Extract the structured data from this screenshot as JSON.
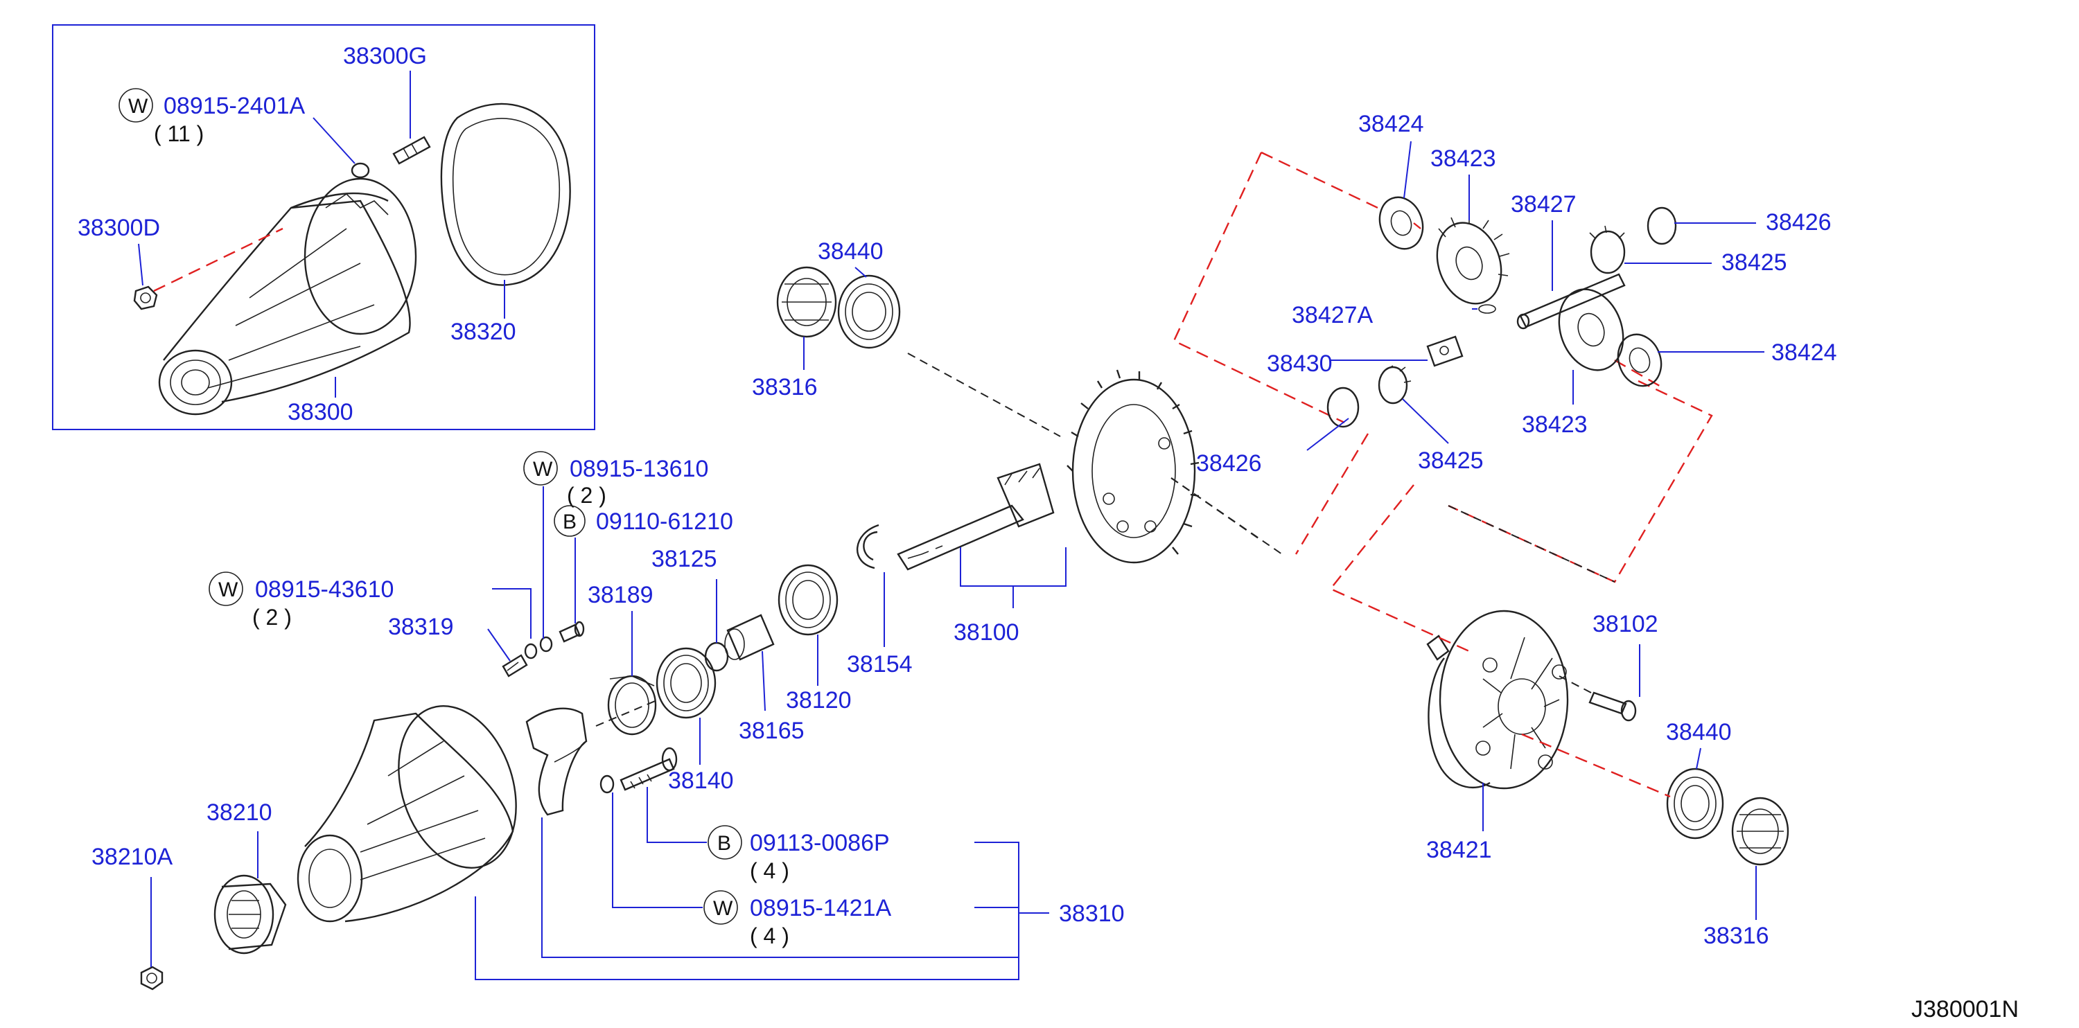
{
  "diagram_code": "J380001N",
  "colors": {
    "label": "#1d22d6",
    "dashed_link": "#e02020",
    "drawing": "#222222"
  },
  "inset": {
    "labels": [
      "38300G",
      "08915-2401A",
      "38300D",
      "38320",
      "38300"
    ],
    "washer_note": {
      "symbol": "W",
      "qty": "( 11 )"
    }
  },
  "parts": {
    "p38440a": "38440",
    "p38316a": "38316",
    "p38424a": "38424",
    "p38423a": "38423",
    "p38427": "38427",
    "p38426a": "38426",
    "p38425a": "38425",
    "p38427A": "38427A",
    "p38430": "38430",
    "p38424b": "38424",
    "p38423b": "38423",
    "p38425b": "38425",
    "p38426b": "38426",
    "p38100": "38100",
    "p38154": "38154",
    "p38125": "38125",
    "p38189": "38189",
    "p38319": "38319",
    "p38120": "38120",
    "p38165": "38165",
    "p38140": "38140",
    "p38102": "38102",
    "p38440b": "38440",
    "p38421": "38421",
    "p38316b": "38316",
    "p38210": "38210",
    "p38210A": "38210A",
    "p38310": "38310"
  },
  "callouts": {
    "w13610": {
      "symbol": "W",
      "number": "08915-13610",
      "qty": "( 2 )"
    },
    "b1210": {
      "symbol": "B",
      "number": "09110-61210"
    },
    "w43610": {
      "symbol": "W",
      "number": "08915-43610",
      "qty": "( 2 )"
    },
    "b0086P": {
      "symbol": "B",
      "number": "09113-0086P",
      "qty": "( 4 )"
    },
    "w1421A": {
      "symbol": "W",
      "number": "08915-1421A",
      "qty": "( 4 )"
    }
  }
}
